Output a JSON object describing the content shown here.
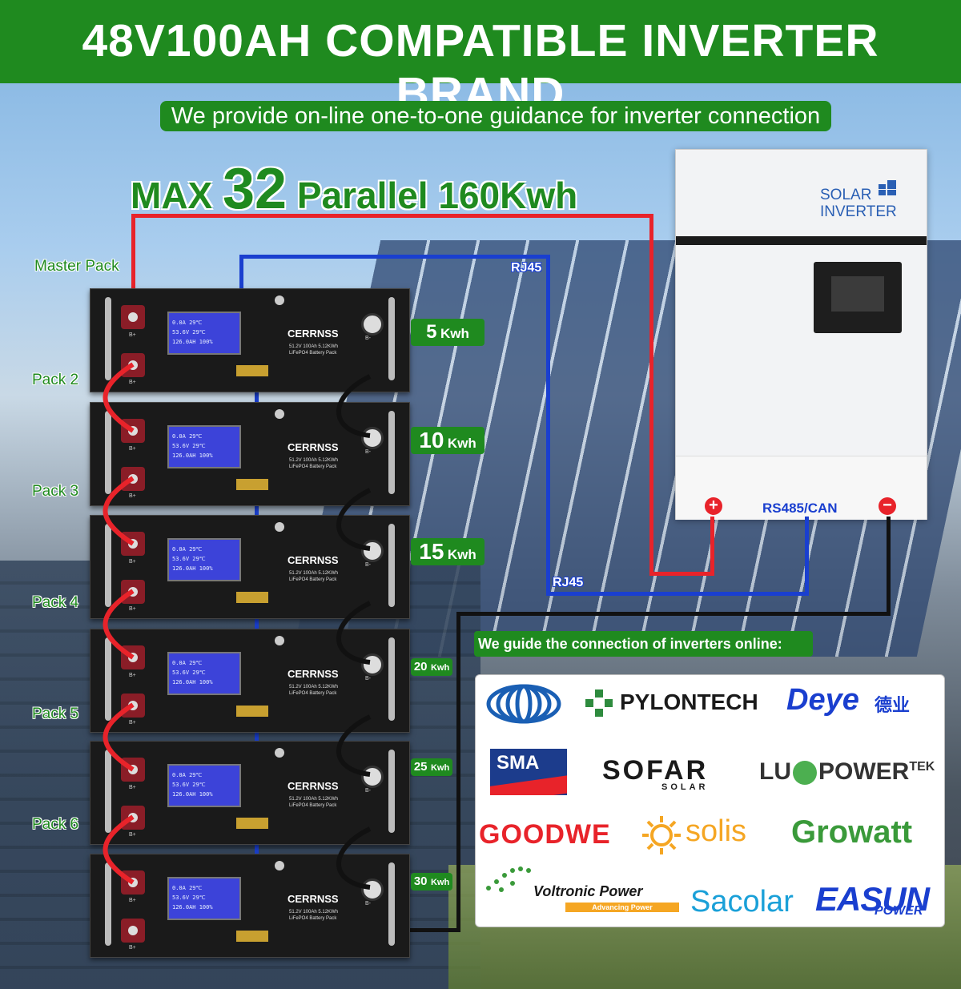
{
  "banner": {
    "title": "48V100AH COMPATIBLE INVERTER BRAND"
  },
  "subtitle": "We provide on-line one-to-one guidance for inverter connection",
  "max_line": {
    "prefix": "MAX",
    "number": "32",
    "suffix": "Parallel 160Kwh"
  },
  "inverter": {
    "brand_line1": "SOLAR",
    "brand_line2": "INVERTER",
    "comm_label": "RS485/CAN",
    "positive": "+",
    "negative": "−"
  },
  "rj45_top": "RJ45",
  "rj45_bottom": "RJ45",
  "pack_labels": [
    "Master Pack",
    "Pack 2",
    "Pack 3",
    "Pack 4",
    "Pack 5",
    "Pack 6"
  ],
  "kwh_labels": [
    {
      "num": "5",
      "unit": "Kwh"
    },
    {
      "num": "10",
      "unit": "Kwh"
    },
    {
      "num": "15",
      "unit": "Kwh"
    },
    {
      "num": "20",
      "unit": "Kwh"
    },
    {
      "num": "25",
      "unit": "Kwh"
    },
    {
      "num": "30",
      "unit": "Kwh"
    }
  ],
  "battery": {
    "brand": "CERRNSS",
    "spec_line1": "51.2V 100Ah 5.12KWh",
    "spec_line2": "LiFePO4 Battery Pack",
    "lcd_line1": "0.0A  29℃",
    "lcd_line2": "53.6V  29℃",
    "lcd_line3": "126.0AH 100%",
    "pos": "B+",
    "neg": "B-"
  },
  "guide_title": "We guide the connection of inverters online:",
  "brands": {
    "pylontech": "PYLONTECH",
    "deye": "Deye",
    "deye_cn": "德业",
    "sma": "SMA",
    "sofar": "SOFAR",
    "sofar_sub": "SOLAR",
    "luxpower_a": "LU",
    "luxpower_b": "POWER",
    "luxpower_c": "TEK",
    "goodwe": "GOODWE",
    "solis": "solis",
    "growatt": "Growatt",
    "voltronic": "Voltronic Power",
    "voltronic_sub": "Advancing Power",
    "sacolar": "Sacolar",
    "easun": "EASUN",
    "easun_sub": "POWER"
  },
  "colors": {
    "green": "#1f8a1f",
    "red": "#e8232a",
    "blue": "#1a3fcf"
  }
}
